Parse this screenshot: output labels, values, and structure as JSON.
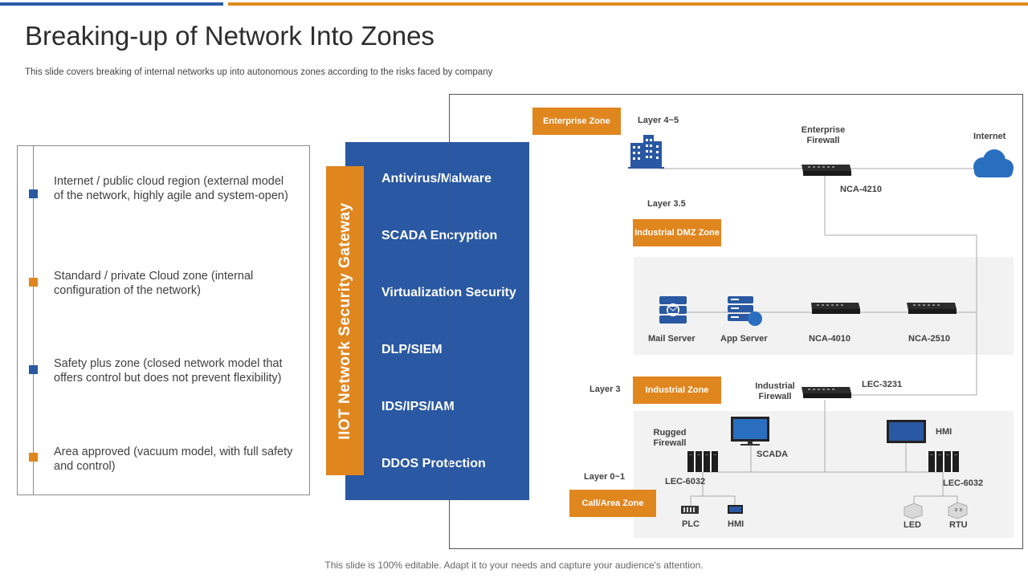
{
  "slide": {
    "title": "Breaking-up of Network Into Zones",
    "subtitle": "This slide covers breaking of internal networks up into autonomous zones according to the risks faced by company",
    "footer": "This slide is 100% editable. Adapt it to your needs and capture your audience's attention."
  },
  "colors": {
    "blue": "#2a58a2",
    "orange": "#e0861f"
  },
  "zones": [
    {
      "text": "Internet / public cloud region (external model of the network, highly agile and system-open)",
      "marker_color": "#2a58a2"
    },
    {
      "text": "Standard / private Cloud zone (internal configuration of the network)",
      "marker_color": "#e0861f"
    },
    {
      "text": "Safety plus zone (closed network model that offers control but does not prevent flexibility)",
      "marker_color": "#2a58a2"
    },
    {
      "text": "Area approved (vacuum model, with full safety and control)",
      "marker_color": "#e0861f"
    }
  ],
  "gateway": {
    "label": "IIOT Network Security Gateway",
    "items": [
      "Antivirus/Malware",
      "SCADA Encryption",
      "Virtualization Security",
      "DLP/SIEM",
      "IDS/IPS/IAM",
      "DDOS Protection"
    ]
  },
  "diagram": {
    "zones": {
      "enterprise": "Enterprise Zone",
      "dmz": "Industrial DMZ Zone",
      "industrial": "Industrial Zone",
      "cell": "Call/Area Zone"
    },
    "layers": {
      "l45": "Layer 4~5",
      "l35": "Layer 3.5",
      "l3": "Layer 3",
      "l01": "Layer 0~1"
    },
    "labels": {
      "enterprise_firewall": "Enterprise Firewall",
      "internet": "Internet",
      "nca4210": "NCA-4210",
      "mail_server": "Mail Server",
      "app_server": "App Server",
      "nca4010": "NCA-4010",
      "nca2510": "NCA-2510",
      "industrial_firewall": "Industrial Firewall",
      "lec3231": "LEC-3231",
      "rugged_firewall": "Rugged Firewall",
      "scada": "SCADA",
      "hmi_top": "HMI",
      "lec6032_left": "LEC-6032",
      "lec6032_right": "LEC-6032",
      "plc": "PLC",
      "hmi_bottom": "HMI",
      "led": "LED",
      "rtu": "RTU"
    }
  }
}
